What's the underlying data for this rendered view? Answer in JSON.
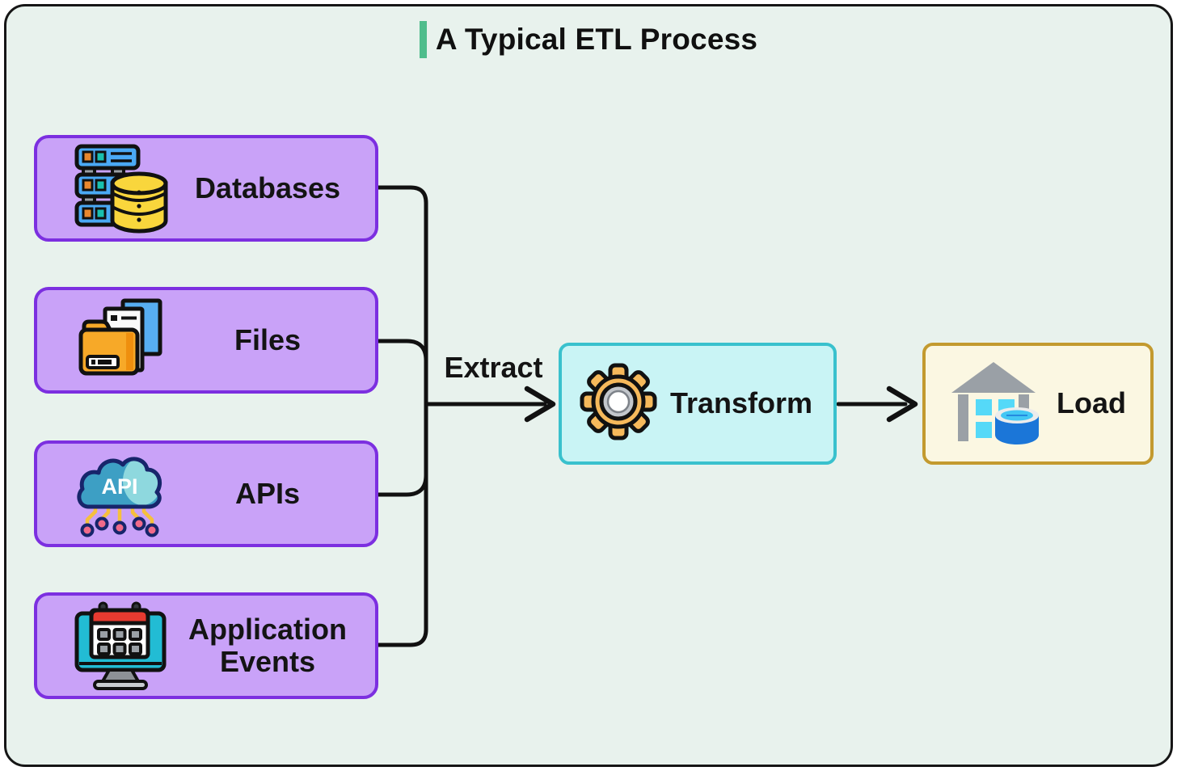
{
  "title": "A Typical ETL Process",
  "extract_label": "Extract",
  "sources": [
    {
      "label": "Databases",
      "icon": "database-server-icon"
    },
    {
      "label": "Files",
      "icon": "files-icon"
    },
    {
      "label": "APIs",
      "icon": "api-cloud-icon",
      "icon_text": "API"
    },
    {
      "label": "Application Events",
      "icon": "calendar-monitor-icon"
    }
  ],
  "transform": {
    "label": "Transform",
    "icon": "gear-icon"
  },
  "load": {
    "label": "Load",
    "icon": "warehouse-icon"
  },
  "colors": {
    "panel_background": "#e8f2ed",
    "panel_border": "#161616",
    "title_accent_green": "#4fbd8c",
    "source_fill": "#c9a2f8",
    "source_border": "#7c2fe0",
    "transform_fill": "#c9f4f5",
    "transform_border": "#39c1cd",
    "load_fill": "#fbf7e2",
    "load_border": "#c39a2f",
    "connector_line": "#111111",
    "text": "#141414"
  }
}
